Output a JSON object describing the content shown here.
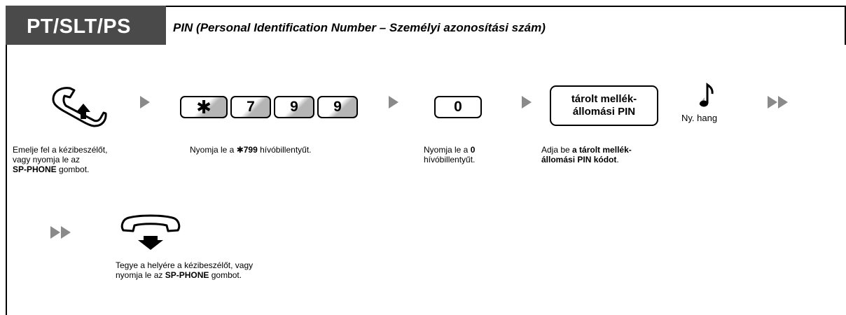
{
  "header": {
    "title": "PT/SLT/PS",
    "subtitle": "PIN (Personal Identification Number – Személyi azonosítási szám)"
  },
  "step1": {
    "icon": "handset-off-hook-icon",
    "desc_line1": "Emelje fel a kézibeszélőt,",
    "desc_line2": "vagy nyomja le az",
    "desc_bold": "SP-PHONE",
    "desc_end": " gombot."
  },
  "step2": {
    "keys": [
      "✱",
      "7",
      "9",
      "9"
    ],
    "desc_pre": "Nyomja le a ",
    "desc_bold": "✱799",
    "desc_post": " hívóbillentyűt."
  },
  "step3": {
    "key": "0",
    "desc_pre": "Nyomja le a ",
    "desc_bold": "0",
    "desc_line2": "hívóbillentyűt."
  },
  "step4": {
    "key_line1": "tárolt mellék-",
    "key_line2": "állomási PIN",
    "desc_line1_pre": "Adja be ",
    "desc_line1_bold": "a tárolt mellék-",
    "desc_line2_bold": "állomási PIN kódot",
    "desc_line2_post": "."
  },
  "tone": {
    "icon": "music-note-icon",
    "label": "Ny. hang"
  },
  "step5": {
    "icon": "handset-on-hook-icon",
    "desc_line1": "Tegye a helyére a kézibeszélőt, vagy",
    "desc_line2_pre": "nyomja le az ",
    "desc_bold": "SP-PHONE",
    "desc_post": " gombot."
  }
}
